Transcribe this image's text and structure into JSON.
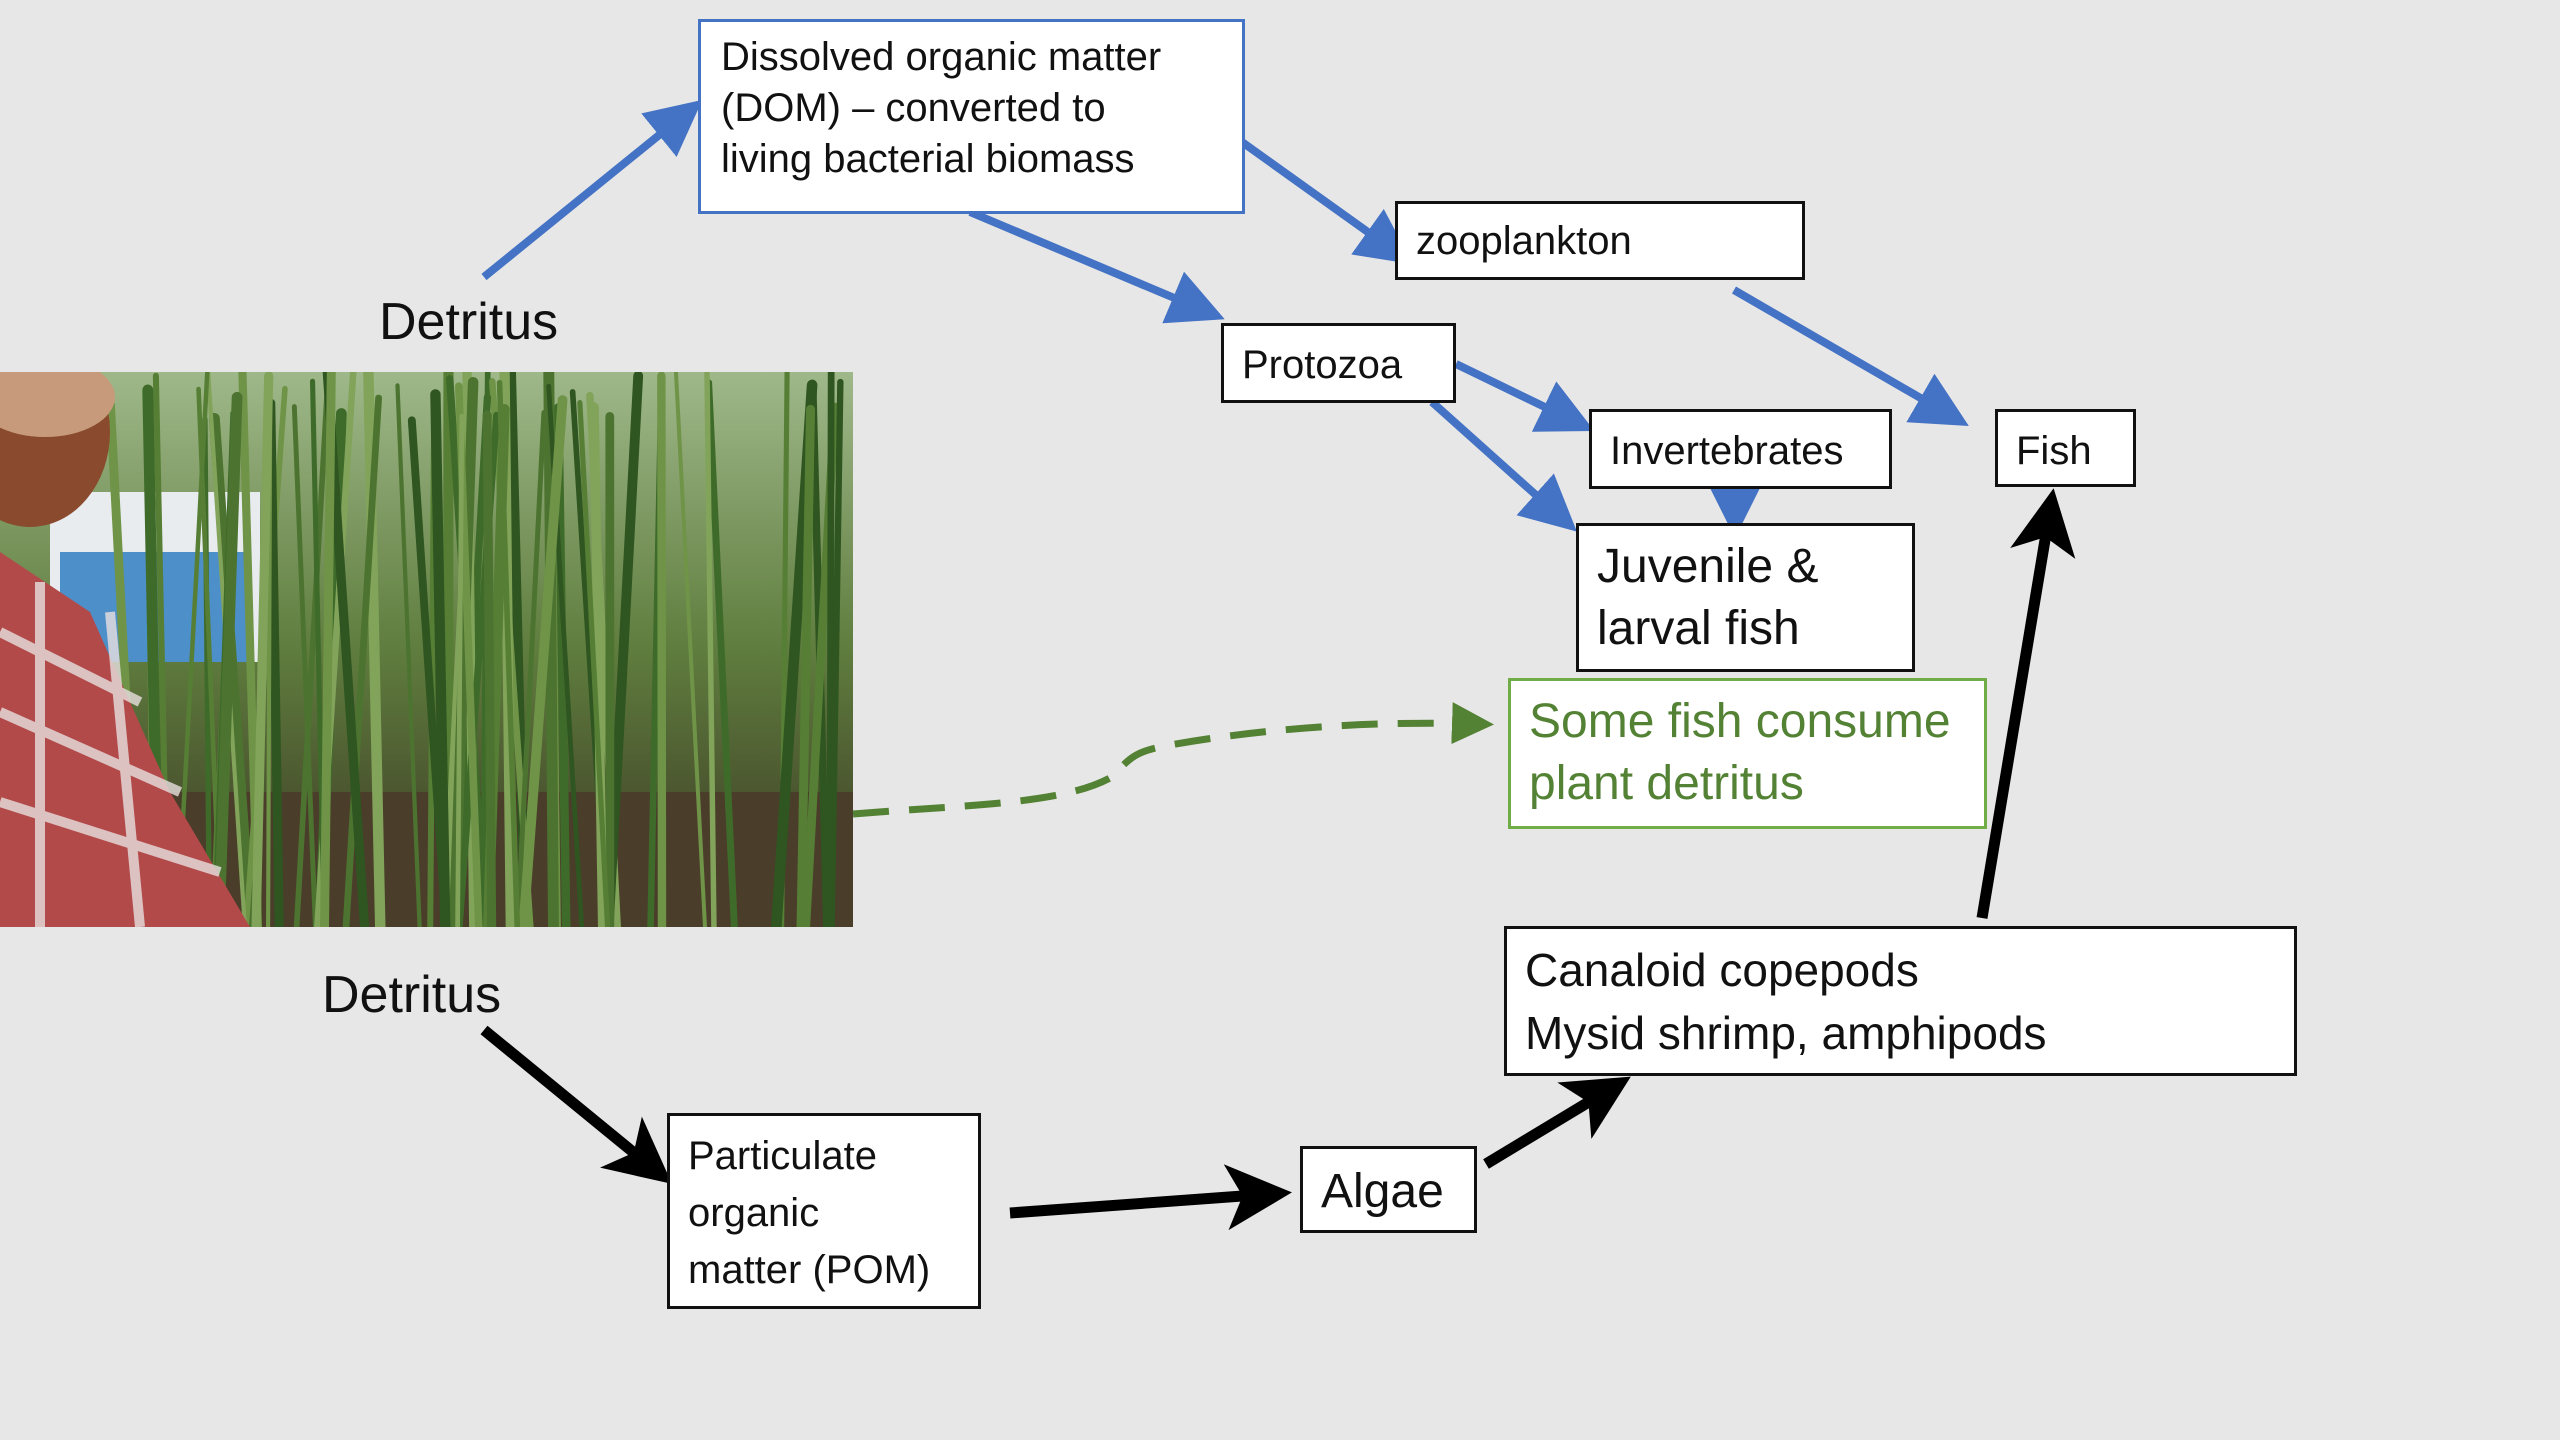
{
  "labels": {
    "detritus_top": "Detritus",
    "detritus_bottom": "Detritus"
  },
  "boxes": {
    "dom": [
      "Dissolved organic matter",
      "(DOM) – converted to",
      "living bacterial biomass"
    ],
    "zooplankton": "zooplankton",
    "protozoa": "Protozoa",
    "invertebrates": "Invertebrates",
    "fish": "Fish",
    "juvenile": [
      "Juvenile &",
      "larval fish"
    ],
    "plant_detritus": [
      "Some fish consume",
      "plant detritus"
    ],
    "copepods": [
      "Canaloid copepods",
      "Mysid shrimp, amphipods"
    ],
    "algae": "Algae",
    "pom": [
      "Particulate",
      "organic",
      "matter (POM)"
    ]
  },
  "colors": {
    "blue_arrow": "#4472c4",
    "black_arrow": "#000000",
    "green_arrow": "#548235",
    "background": "#e7e7e7"
  }
}
